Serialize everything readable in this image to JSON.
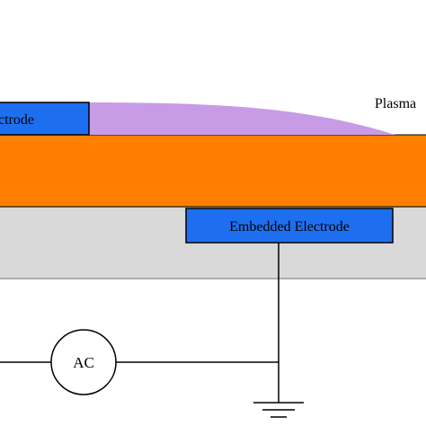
{
  "labels": {
    "plasma": "Plasma",
    "exposed_electrode": "ctrode",
    "embedded_electrode": "Embedded Electrode",
    "source": "AC"
  },
  "colors": {
    "plasma": "#c89be6",
    "dielectric": "#ff8000",
    "substrate": "#d9d9d9",
    "electrode": "#1e6ff0",
    "wire": "#000000"
  },
  "icons": {
    "source": "ac-source-icon",
    "ground": "ground-icon"
  }
}
